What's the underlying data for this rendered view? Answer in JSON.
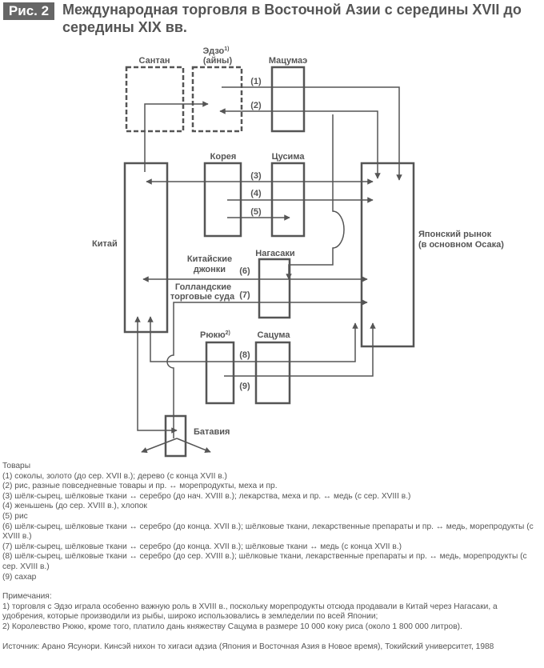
{
  "header": {
    "badge": "Рис. 2",
    "title": "Международная торговля в Восточной Азии с середины XVII до середины XIX вв."
  },
  "diagram": {
    "nodes": {
      "santan": "Сантан",
      "ezo": "Эдзо",
      "ezo_sup": "1)",
      "ezo_sub": "(айны)",
      "matsumae": "Мацумаэ",
      "korea": "Корея",
      "tsushima": "Цусима",
      "china": "Китай",
      "japan_1": "Японский рынок",
      "japan_2": "(в основном Осака)",
      "nagasaki": "Нагасаки",
      "junks_1": "Китайские",
      "junks_2": "джонки",
      "dutch_1": "Голландские",
      "dutch_2": "торговые суда",
      "ryukyu": "Рюкю",
      "ryukyu_sup": "2)",
      "satsuma": "Сацума",
      "batavia": "Батавия"
    },
    "routes": [
      "(1)",
      "(2)",
      "(3)",
      "(4)",
      "(5)",
      "(6)",
      "(7)",
      "(8)",
      "(9)"
    ]
  },
  "goods": {
    "heading": "Товары",
    "items": [
      "(1) соколы, золото (до сер. XVII в.); дерево (с конца XVII в.)",
      "(2) рис, разные повседневные товары и пр. ↔ морепродукты, меха и пр.",
      "(3) шёлк-сырец, шёлковые ткани ↔ серебро (до нач. XVIII в.); лекарства, меха и пр. ↔ медь (с сер. XVIII в.)",
      "(4) женьшень (до сер. XVIII в.), хлопок",
      "(5) рис",
      "(6) шёлк-сырец, шёлковые ткани ↔ серебро (до конца. XVII в.); шёлковые ткани, лекарственные препараты и пр. ↔ медь, морепродукты (с XVIII в.)",
      "(7) шёлк-сырец, шёлковые ткани ↔ серебро (до конца. XVII в.); шёлковые ткани ↔ медь (с конца XVII в.)",
      "(8) шёлк-сырец, шёлковые ткани ↔ серебро (до сер. XVIII в.); шёлковые ткани, лекарственные препараты и пр. ↔ медь, морепродукты (с сер. XVIII в.)",
      "(9) сахар"
    ]
  },
  "notes": {
    "heading": "Примечания:",
    "items": [
      "1) торговля с Эдзо играла особенно важную роль в XVIII в., поскольку морепродукты отсюда продавали в Китай через Нагасаки, а удобрения, которые производили из рыбы, широко использовались в земледелии по всей Японии;",
      "2) Королевство Рюкю, кроме того, платило дань княжеству Сацума в размере 10 000 коку риса (около 1 800 000 литров)."
    ]
  },
  "source": "Источник: Арано Ясунори. Кинсэй нихон то хигаси адзиа (Япония и Восточная Азия в Новое время), Токийский университет, 1988",
  "colors": {
    "ink": "#555555",
    "badge": "#666666"
  }
}
